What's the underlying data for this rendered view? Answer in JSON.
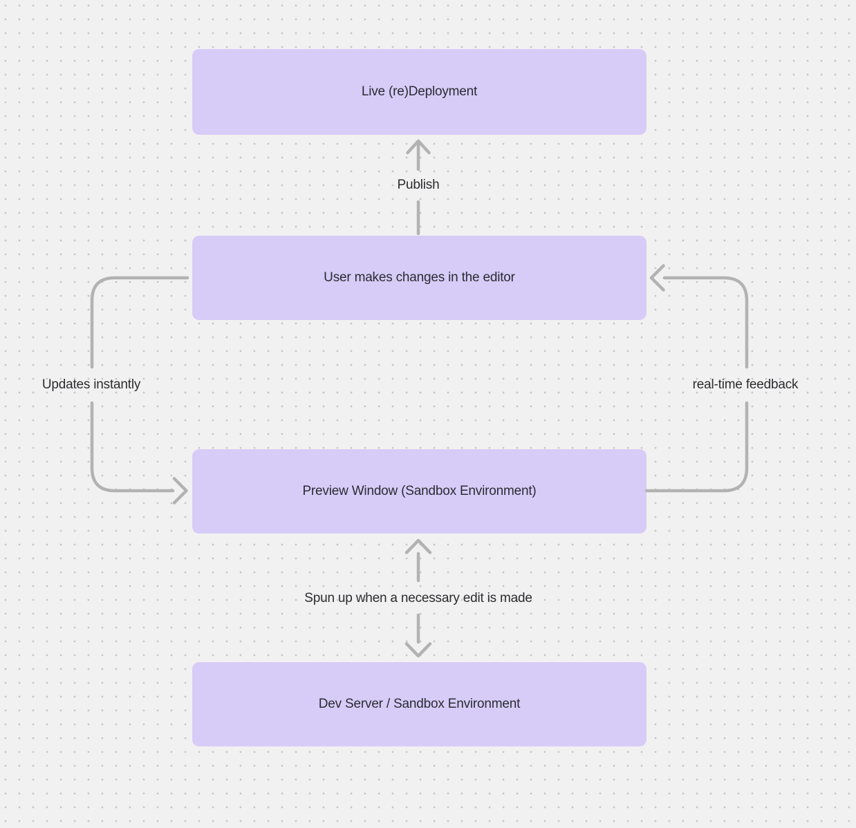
{
  "theme": {
    "background_color": "#f2f1f1",
    "dot_grid_color": "#c7c7c7",
    "node_fill_color": "#d7ccf7",
    "node_text_color": "#2b2b33",
    "arrow_color": "#b2b2b2",
    "edge_label_color": "#2c2c30"
  },
  "nodes": [
    {
      "id": "live-redeployment",
      "label": "Live (re)Deployment"
    },
    {
      "id": "user-editor",
      "label": "User makes changes in the editor"
    },
    {
      "id": "preview-window",
      "label": "Preview Window (Sandbox Environment)"
    },
    {
      "id": "dev-server",
      "label": "Dev Server / Sandbox Environment"
    }
  ],
  "edges": [
    {
      "id": "publish",
      "label": "Publish",
      "from": "user-editor",
      "to": "live-redeployment",
      "direction": "up"
    },
    {
      "id": "updates-instantly",
      "label": "Updates instantly",
      "from": "user-editor",
      "to": "preview-window",
      "direction": "left-loop-down"
    },
    {
      "id": "real-time-feedback",
      "label": "real-time feedback",
      "from": "preview-window",
      "to": "user-editor",
      "direction": "right-loop-up"
    },
    {
      "id": "spun-up",
      "label": "Spun up when a necessary edit is made",
      "from": "preview-window",
      "to": "dev-server",
      "direction": "bidirectional-vertical"
    }
  ]
}
